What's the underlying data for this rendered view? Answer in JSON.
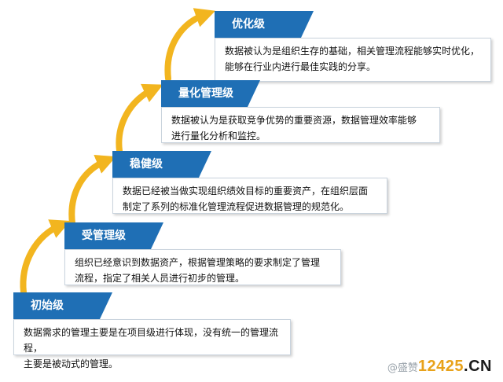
{
  "levels": [
    {
      "title": "优化级",
      "lines": [
        "数据被认为是组织生存的基础，相关管理流程能够实时优化，",
        "能够在行业内进行最佳实践的分享。"
      ]
    },
    {
      "title": "量化管理级",
      "lines": [
        "数据被认为是获取竞争优势的重要资源，数据管理效率能够",
        "进行量化分析和监控。"
      ]
    },
    {
      "title": "稳健级",
      "lines": [
        "数据已经被当做实现组织绩效目标的重要资产，在组织层面",
        "制定了系列的标准化管理流程促进数据管理的规范化。"
      ]
    },
    {
      "title": "受管理级",
      "lines": [
        "组织已经意识到数据资产，根据管理策略的要求制定了管理",
        "流程，指定了相关人员进行初步的管理。"
      ]
    },
    {
      "title": "初始级",
      "lines": [
        "数据需求的管理主要是在项目级进行体现，没有统一的管理流程，",
        "主要是被动式的管理。"
      ]
    }
  ],
  "colors": {
    "tab": "#1f6fb5",
    "arrow": "#f2b51f"
  },
  "watermark": {
    "prefix": "@盛赞",
    "site": "12425",
    "suffix": ".CN"
  }
}
